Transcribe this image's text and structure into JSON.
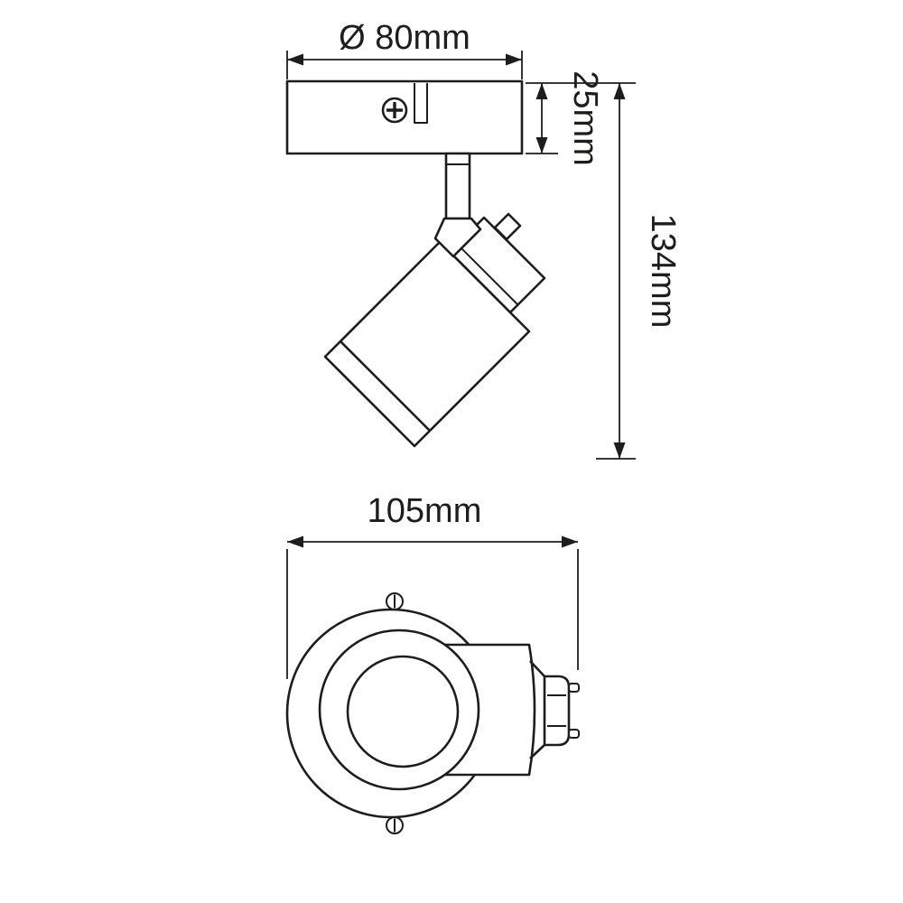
{
  "colors": {
    "line": "#1d1d1b",
    "background": "#ffffff"
  },
  "dimensions": {
    "diameter": "Ø 80mm",
    "canopy_height": "25mm",
    "total_height": "134mm",
    "overall_width": "105mm"
  }
}
